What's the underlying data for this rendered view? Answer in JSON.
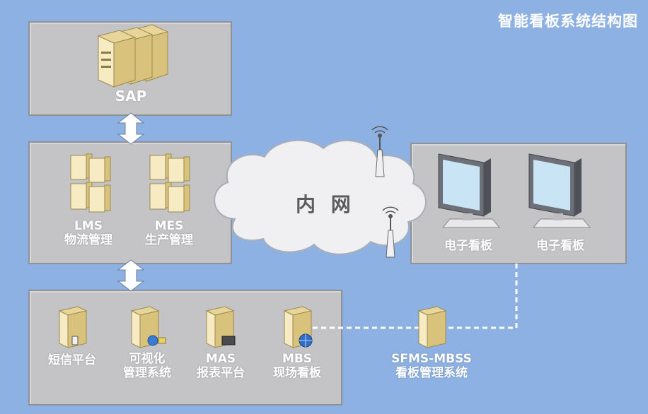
{
  "title": "智能看板系统结构图",
  "sap": {
    "label": "SAP"
  },
  "lms": {
    "line1": "LMS",
    "line2": "物流管理"
  },
  "mes": {
    "line1": "MES",
    "line2": "生产管理"
  },
  "network": {
    "label": "内 网"
  },
  "boards": [
    {
      "label": "电子看板"
    },
    {
      "label": "电子看板"
    }
  ],
  "bottom": [
    {
      "line1": "短信平台",
      "line2": ""
    },
    {
      "line1": "可视化",
      "line2": "管理系统"
    },
    {
      "line1": "MAS",
      "line2": "报表平台"
    },
    {
      "line1": "MBS",
      "line2": "现场看板"
    }
  ],
  "sfms": {
    "line1": "SFMS-MBSS",
    "line2": "看板管理系统"
  },
  "colors": {
    "background": "#8db1e3",
    "panel": "#c4c4c7",
    "server": "#f2e4b5",
    "text": "#ffffff"
  },
  "icons": [
    "server-rack-icon",
    "server-icon",
    "monitor-icon",
    "antenna-icon",
    "globe-icon",
    "cloud-icon",
    "double-arrow-icon"
  ]
}
